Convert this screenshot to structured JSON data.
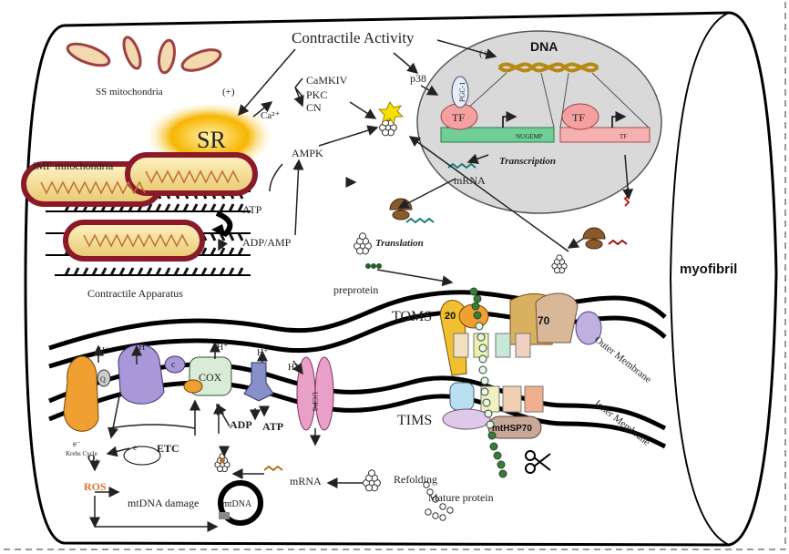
{
  "labels": {
    "contractile_activity": "Contractile Activity",
    "ss_mitochondria": "SS mitochondria",
    "imf_mitochondria": "IMF mitochondria",
    "sr": "SR",
    "plus_left": "(+)",
    "plus_right": "(+)",
    "ca": "Ca²⁺",
    "camkiv": "CaMKIV",
    "pkc": "PKC",
    "cn": "CN",
    "p38": "p38",
    "ampk": "AMPK",
    "atp_top": "ATP",
    "adp_amp": "ADP/AMP",
    "contractile_apparatus": "Contractile Apparatus",
    "dna": "DNA",
    "pgc1": "PGC-1",
    "tf_left": "TF",
    "tf_right": "TF",
    "nugemp": "NUGEMP",
    "tf_gene": "TF",
    "transcription": "Transcription",
    "mrna_nuc": "mRNA",
    "translation": "Translation",
    "preprotein": "preprotein",
    "myofibril": "myofibril",
    "toms": "TOMS",
    "tom20": "20",
    "tom70": "70",
    "outer_membrane": "Outer Membrane",
    "inner_membrane": "Inner Membrane",
    "tims": "TIMS",
    "mthsp70": "mtHSP70",
    "h1": "H⁺",
    "h2": "H⁺",
    "h3": "H⁺",
    "h4": "H⁺",
    "h5": "H⁺",
    "q": "Q",
    "c": "c",
    "cox": "COX",
    "ucp": "UCP 3",
    "adp": "ADP",
    "atp": "ATP",
    "e1": "e⁻",
    "e2": "e⁻",
    "krebs": "Krebs Cycle",
    "etc": "ETC",
    "o2": "O₂",
    "ros": "ROS",
    "mtdna_damage": "mtDNA damage",
    "mtdna": "mtDNA",
    "mrna_mito": "mRNA",
    "refolding": "Refolding",
    "mature_protein": "Mature protein"
  },
  "colors": {
    "mito_fill": "#f0e0a0",
    "mito_rim": "#9a2a3a",
    "sr_glow": "#f5b20a",
    "nucleus_fill": "#dcdcdc",
    "gene_green": "#6fcf97",
    "gene_pink": "#f6b0b0",
    "tf_pink": "#f4a0a0",
    "dna_gold": "#c9a227",
    "ros_red": "#e07030",
    "ucp_pink": "#e8a0c8"
  }
}
